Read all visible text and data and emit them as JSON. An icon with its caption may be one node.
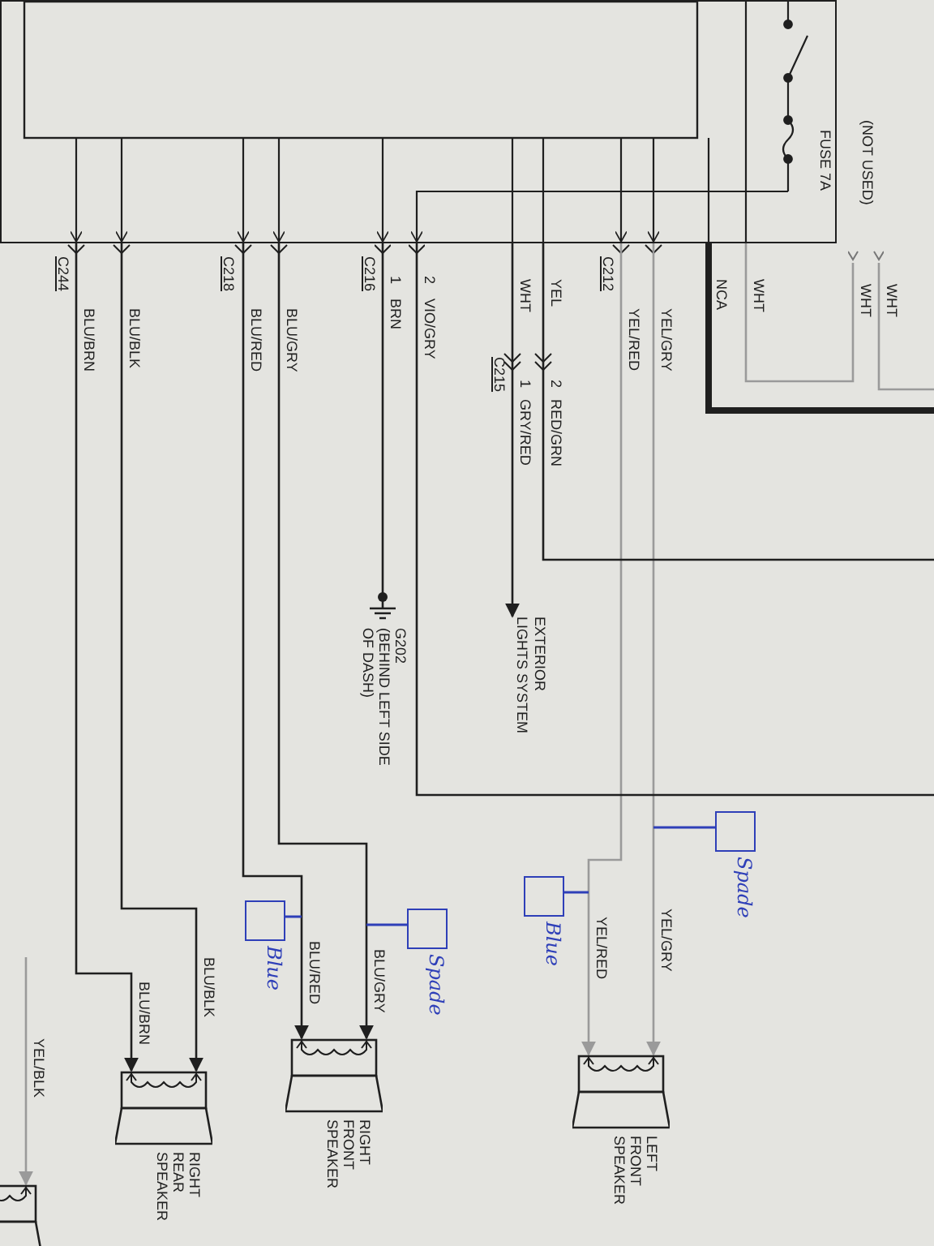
{
  "diagram": {
    "nodes": [
      {
        "text": [],
        "shape": "box"
      },
      {
        "text": [
          "LEFT FRONT SPEAKER"
        ]
      },
      {
        "text": [
          "RIGHT FRONT SPEAKER"
        ]
      },
      {
        "text": [
          "RIGHT REAR SPEAKER"
        ]
      },
      {
        "text": [],
        "shape": "picture"
      },
      {
        "text": [
          "G202",
          "(BEHIND LEFT SIDE OF DASH)"
        ]
      },
      {
        "text": [
          "EXTERIOR LIGHTS SYSTEM"
        ]
      },
      {
        "text": [
          "(NOT USED)"
        ]
      },
      {
        "text": [],
        "shape": "box",
        "beside": [
          "Spade"
        ]
      },
      {
        "text": [],
        "shape": "box",
        "beside": [
          "Blue"
        ]
      },
      {
        "text": [],
        "shape": "box",
        "beside": [
          "Spade"
        ]
      },
      {
        "text": [],
        "shape": "box",
        "beside": [
          "Blue"
        ]
      }
    ],
    "edges": [
      {
        "from": 0,
        "to": 1,
        "arrow": "to",
        "color": "#9a9a9a"
      },
      {
        "from": 0,
        "to": 1,
        "arrow": "to",
        "color": "#9a9a9a"
      },
      {
        "from": 0,
        "to": 2,
        "arrow": "to"
      },
      {
        "from": 0,
        "to": 2,
        "arrow": "to"
      },
      {
        "from": 0,
        "to": 3,
        "arrow": "to"
      },
      {
        "from": 0,
        "to": 3,
        "arrow": "to"
      },
      {
        "from": null,
        "to": 4,
        "arrow": "to",
        "color": "#9a9a9a"
      },
      {
        "from": 0,
        "to": 5,
        "arrow": "other"
      },
      {
        "from": 0,
        "to": 6,
        "arrow": "to"
      },
      {
        "from": 0,
        "to": null,
        "arrow": "none"
      },
      {
        "from": 0,
        "to": null,
        "arrow": "other"
      },
      {
        "from": 0,
        "to": null,
        "arrow": "none",
        "style": "thick"
      },
      {
        "from": 0,
        "to": 7,
        "arrow": "none",
        "color": "#9a9a9a"
      },
      {
        "from": 7,
        "to": null,
        "arrow": "none",
        "color": "#9a9a9a"
      },
      {
        "from": 8,
        "to": null,
        "arrow": "none",
        "color": "#2e3fb8"
      },
      {
        "from": 9,
        "to": null,
        "arrow": "none",
        "color": "#2e3fb8"
      },
      {
        "from": 10,
        "to": null,
        "arrow": "none",
        "color": "#2e3fb8"
      },
      {
        "from": 11,
        "to": null,
        "arrow": "none",
        "color": "#2e3fb8"
      }
    ],
    "labels": [
      "FUSE 7A",
      "WHT",
      "WHT",
      "WHT",
      "NCA",
      "YEL/GRY",
      "YEL/RED",
      "C212",
      "YEL",
      "WHT",
      "2",
      "1",
      "C215",
      "RED/GRN",
      "GRY/RED",
      "2",
      "VIO/GRY",
      "1",
      "BRN",
      "C216",
      "BLU/GRY",
      "BLU/RED",
      "C218",
      "BLU/BLK",
      "BLU/BRN",
      "C244",
      "YEL/GRY",
      "YEL/RED",
      "BLU/GRY",
      "BLU/RED",
      "BLU/BLK",
      "BLU/BRN",
      "YEL/BLK"
    ]
  }
}
